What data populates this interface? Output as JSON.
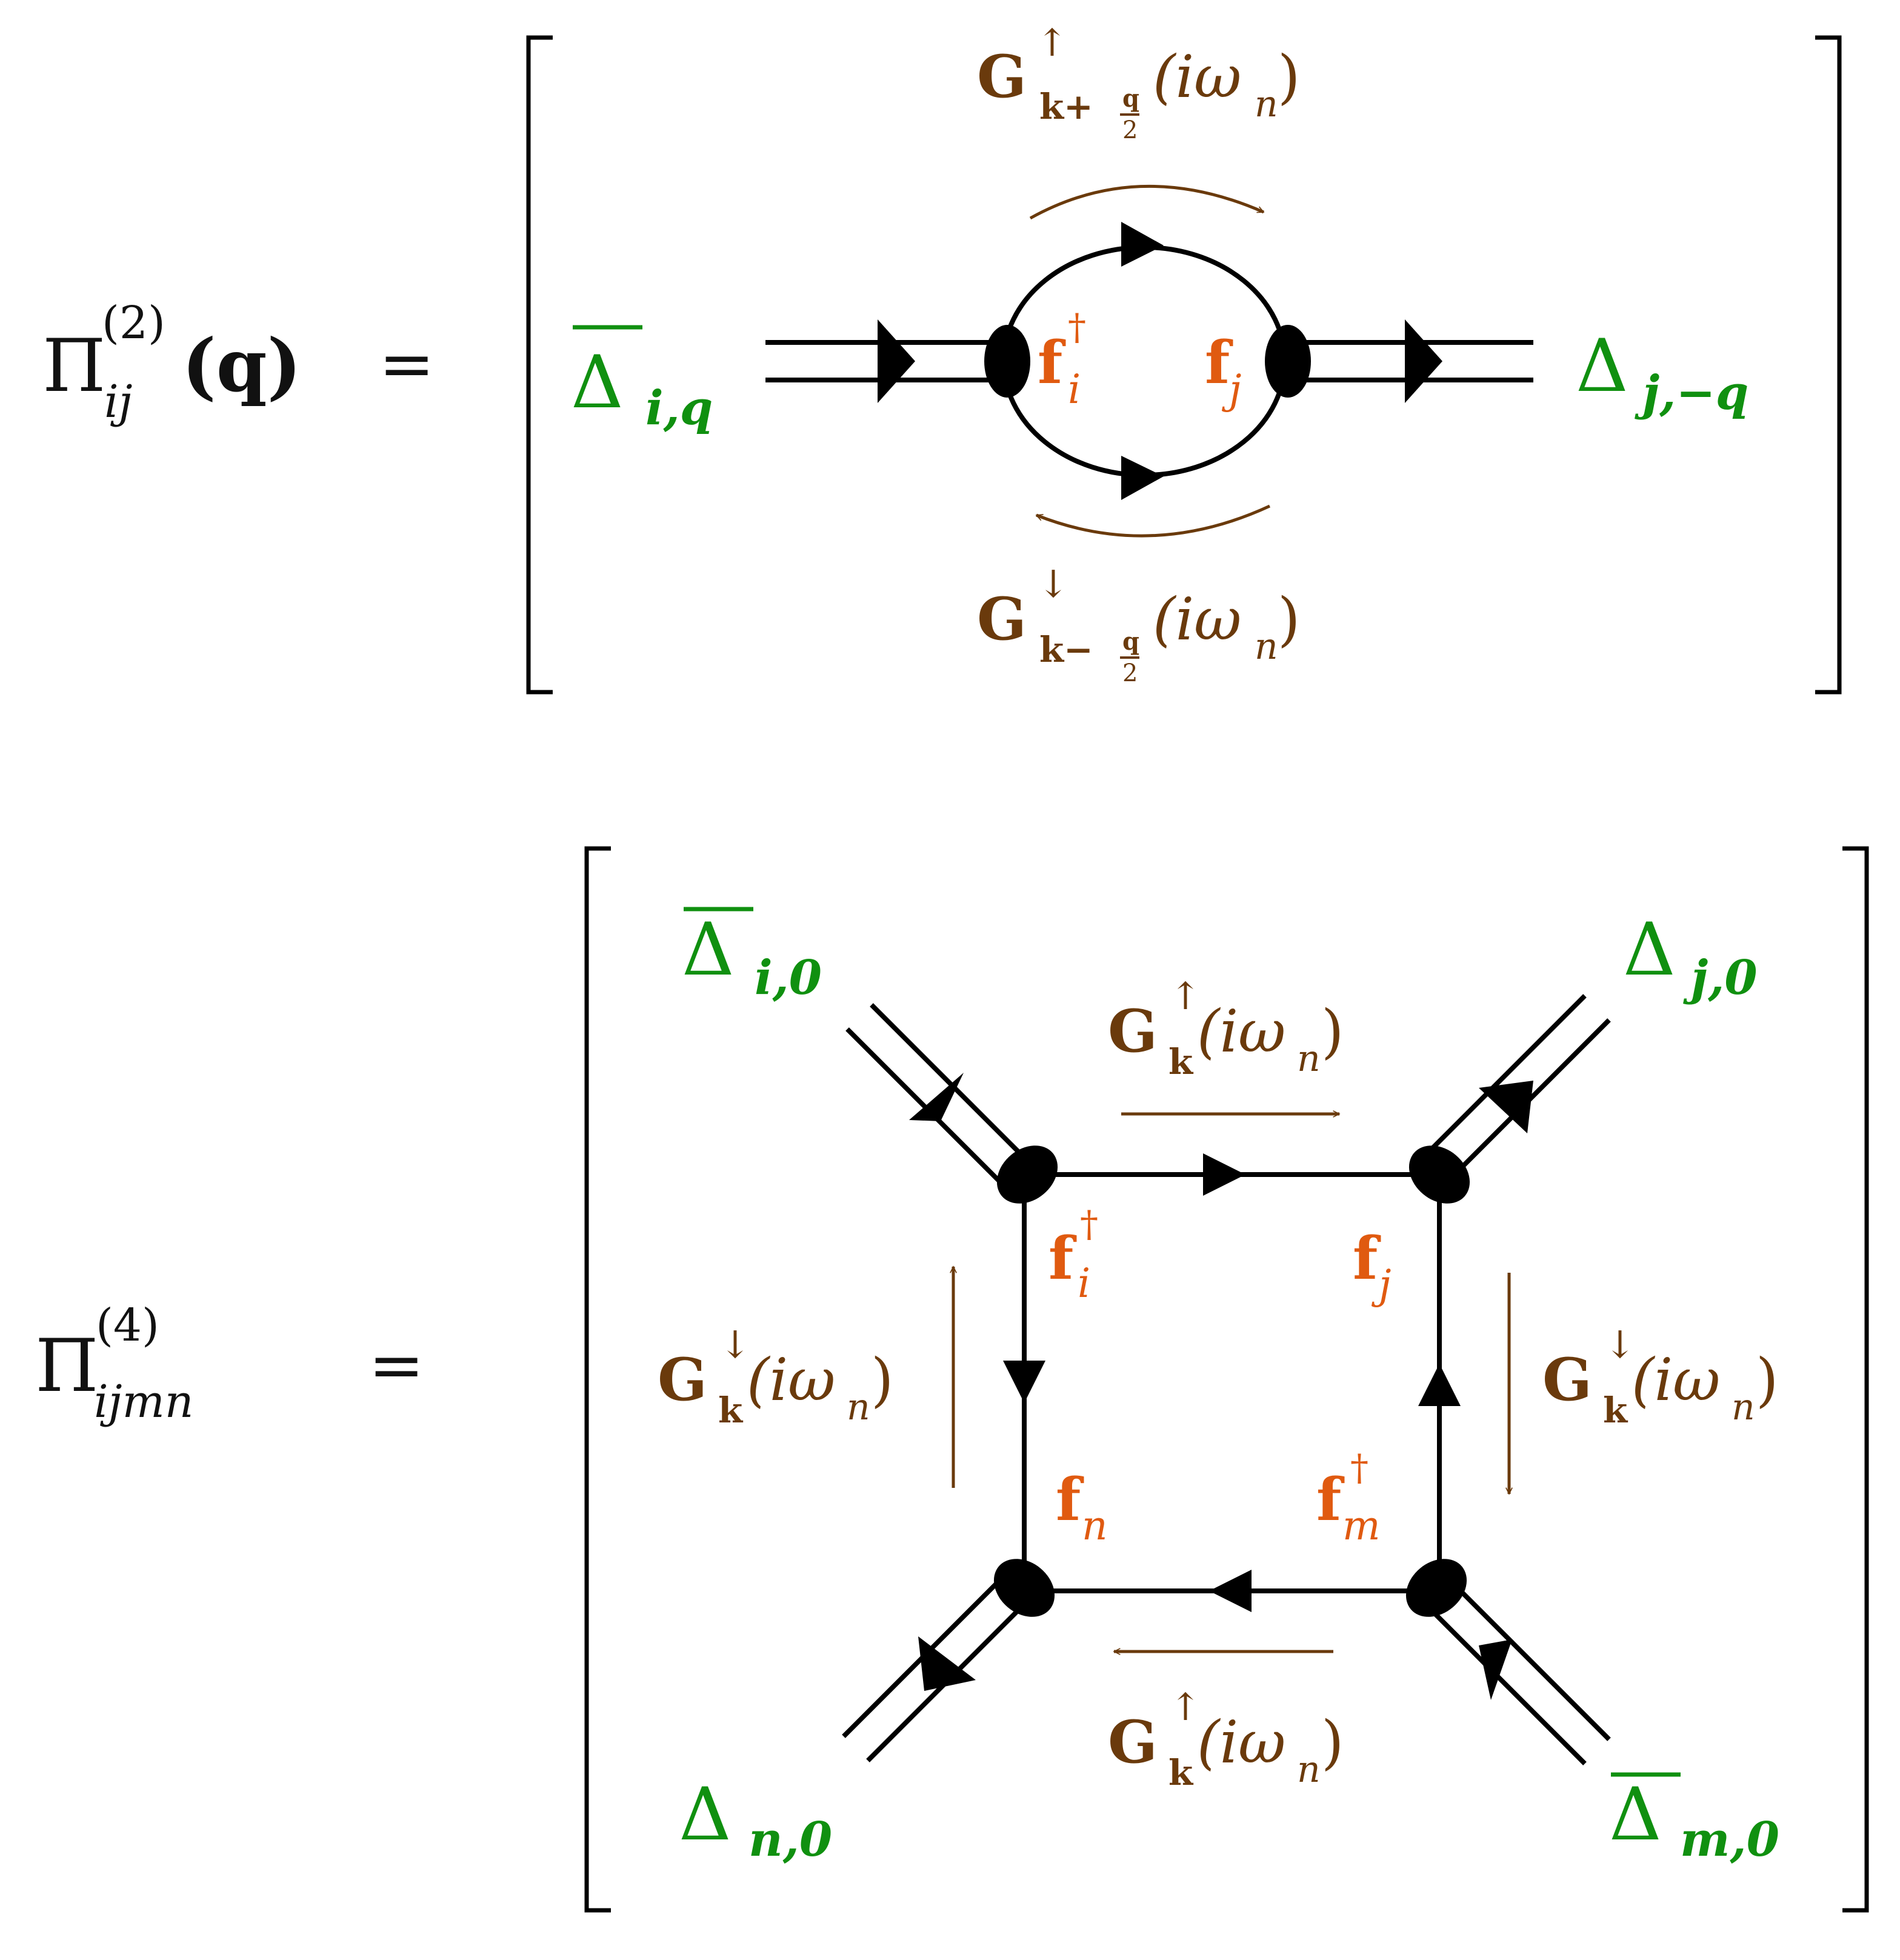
{
  "colors": {
    "line": "#000000",
    "vertex_label": "#109010",
    "fermion_label": "#e05a10",
    "propagator_label": "#6a3a0c"
  },
  "diagram_2": {
    "lhs": {
      "symbol": "Π",
      "sup": "(2)",
      "sub": "ij",
      "arg": "(q)"
    },
    "equals": "=",
    "left_vertex": {
      "symbol": "Δ",
      "bar": true,
      "sub": "i,q"
    },
    "right_vertex": {
      "symbol": "Δ",
      "bar": false,
      "sub": "j,−q"
    },
    "fermion_left": {
      "base": "f",
      "sub": "i",
      "sup": "†"
    },
    "fermion_right": {
      "base": "f",
      "sub": "j",
      "sup": ""
    },
    "propagator_top": {
      "base": "G",
      "sup": "↑",
      "sub_main": "k+",
      "sub_frac_num": "q",
      "sub_frac_den": "2",
      "arg": "(iω",
      "arg_sub": "n",
      "arg_close": ")"
    },
    "propagator_bottom": {
      "base": "G",
      "sup": "↓",
      "sub_main": "k−",
      "sub_frac_num": "q",
      "sub_frac_den": "2",
      "arg": "(iω",
      "arg_sub": "n",
      "arg_close": ")"
    }
  },
  "diagram_4": {
    "lhs": {
      "symbol": "Π",
      "sup": "(4)",
      "sub": "ijmn"
    },
    "equals": "=",
    "vertex_top_left": {
      "symbol": "Δ",
      "bar": true,
      "sub": "i,0"
    },
    "vertex_top_right": {
      "symbol": "Δ",
      "bar": false,
      "sub": "j,0"
    },
    "vertex_bottom_left": {
      "symbol": "Δ",
      "bar": false,
      "sub": "n,0"
    },
    "vertex_bottom_right": {
      "symbol": "Δ",
      "bar": true,
      "sub": "m,0"
    },
    "fermion_top_left": {
      "base": "f",
      "sub": "i",
      "sup": "†"
    },
    "fermion_top_right": {
      "base": "f",
      "sub": "j",
      "sup": ""
    },
    "fermion_bottom_left": {
      "base": "f",
      "sub": "n",
      "sup": ""
    },
    "fermion_bottom_right": {
      "base": "f",
      "sub": "m",
      "sup": "†"
    },
    "propagator_top": {
      "base": "G",
      "sup": "↑",
      "sub": "k",
      "arg": "(iω",
      "arg_sub": "n",
      "arg_close": ")"
    },
    "propagator_bottom": {
      "base": "G",
      "sup": "↑",
      "sub": "k",
      "arg": "(iω",
      "arg_sub": "n",
      "arg_close": ")"
    },
    "propagator_left": {
      "base": "G",
      "sup": "↓",
      "sub": "k",
      "arg": "(iω",
      "arg_sub": "n",
      "arg_close": ")"
    },
    "propagator_right": {
      "base": "G",
      "sup": "↓",
      "sub": "k",
      "arg": "(iω",
      "arg_sub": "n",
      "arg_close": ")"
    }
  }
}
